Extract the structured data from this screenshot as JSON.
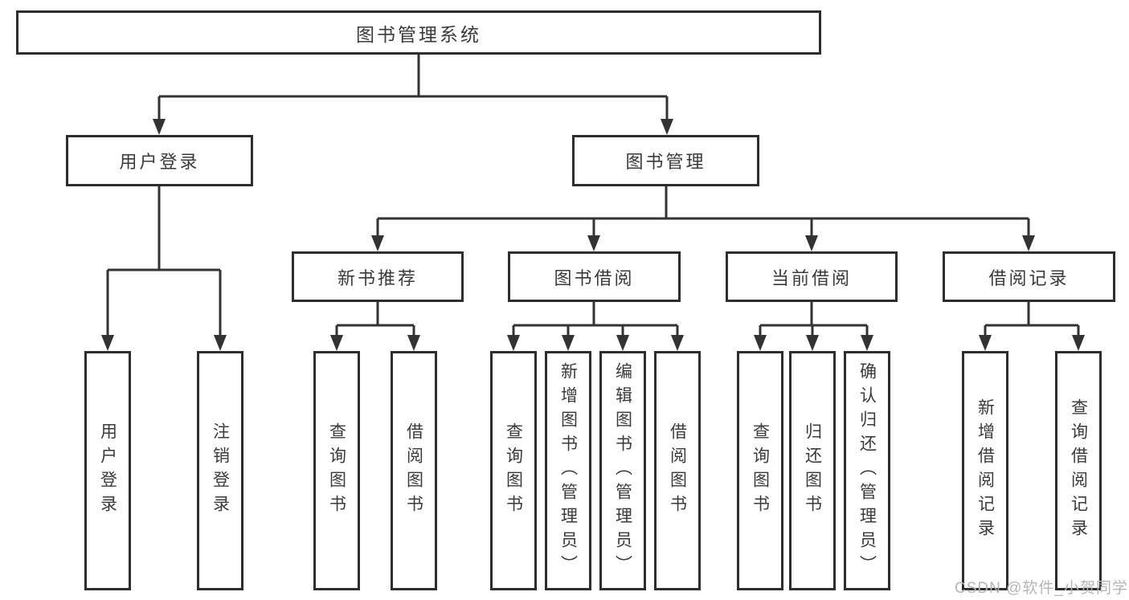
{
  "root_label": "图书管理系统",
  "level2": {
    "user_login": "用户登录",
    "book_management": "图书管理"
  },
  "level3": {
    "new_book_recommend": "新书推荐",
    "book_borrow": "图书借阅",
    "current_borrow": "当前借阅",
    "borrow_record": "借阅记录"
  },
  "leaves": {
    "user_login": "用户登录",
    "logout": "注销登录",
    "nbr_query_book": "查询图书",
    "nbr_borrow_book": "借阅图书",
    "bb_query_book": "查询图书",
    "bb_add_book": "新增图书（管理员）",
    "bb_edit_book": "编辑图书（管理员）",
    "bb_borrow_book": "借阅图书",
    "cb_query_book": "查询图书",
    "cb_return_book": "归还图书",
    "cb_confirm_return": "确认归还（管理员）",
    "br_add_record": "新增借阅记录",
    "br_query_record": "查询借阅记录"
  },
  "watermark": "CSDN @软件_小贺同学",
  "colors": {
    "line": "#333333",
    "border": "#2e2e2e",
    "text": "#3a3a3a",
    "watermark": "#b5b5b5",
    "background": "#ffffff"
  }
}
